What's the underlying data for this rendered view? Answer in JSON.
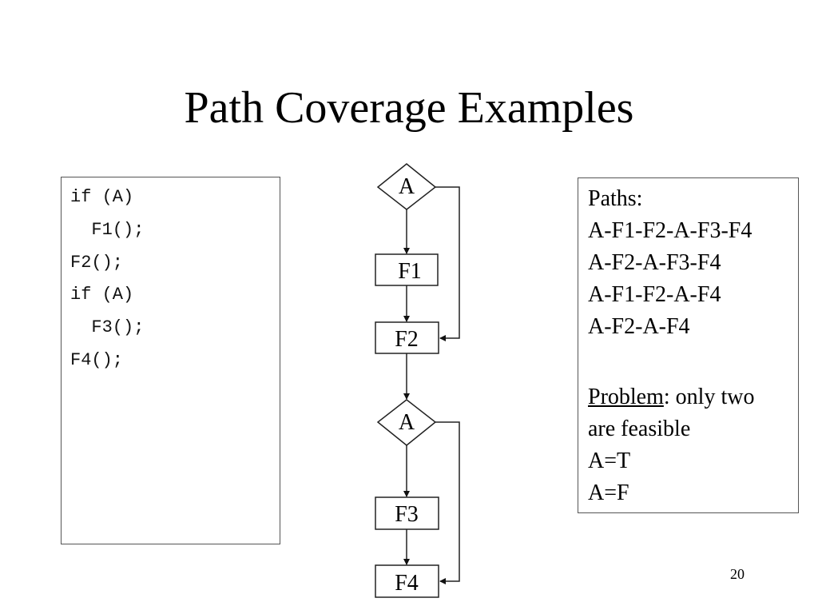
{
  "title": "Path Coverage Examples",
  "code": {
    "lines": [
      "if (A)",
      "  F1();",
      "F2();",
      "if (A)",
      "  F3();",
      "F4();"
    ]
  },
  "flowchart": {
    "decision1": "A",
    "f1": "F1",
    "f2": "F2",
    "decision2": "A",
    "f3": "F3",
    "f4": "F4"
  },
  "paths": {
    "heading": "Paths:",
    "items": [
      "A-F1-F2-A-F3-F4",
      "A-F2-A-F3-F4",
      "A-F1-F2-A-F4",
      "A-F2-A-F4"
    ],
    "problem_label": "Problem",
    "problem_text": ": only two",
    "problem_text2": "are feasible",
    "cases": [
      "A=T",
      "A=F"
    ]
  },
  "slide_number": "20"
}
